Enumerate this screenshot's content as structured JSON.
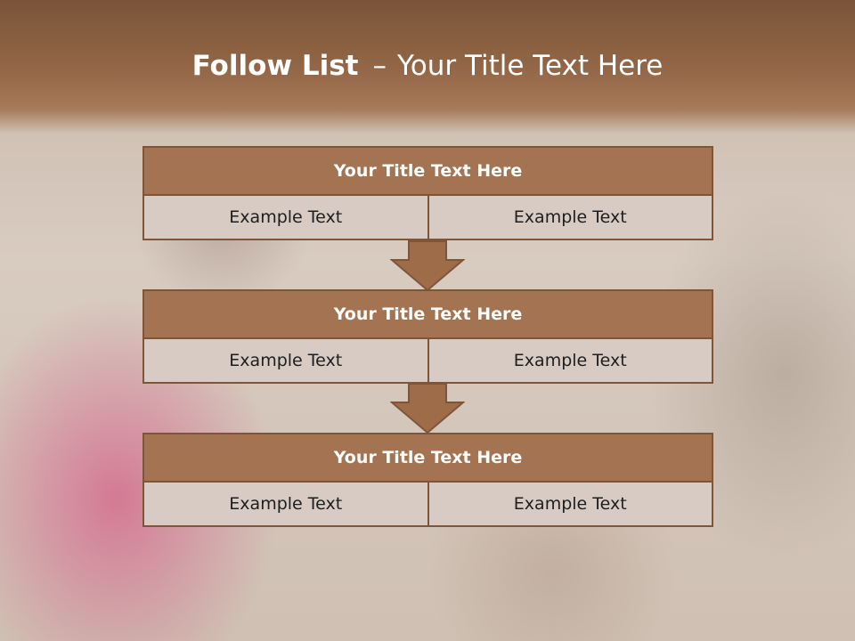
{
  "slide": {
    "title_bold": "Follow List",
    "title_sep": "–",
    "title_rest": "Your Title Text Here"
  },
  "steps": [
    {
      "heading": "Your Title Text Here",
      "left": "Example Text",
      "right": "Example Text"
    },
    {
      "heading": "Your Title Text Here",
      "left": "Example Text",
      "right": "Example Text"
    },
    {
      "heading": "Your Title Text Here",
      "left": "Example Text",
      "right": "Example Text"
    }
  ],
  "colors": {
    "header": "#946848",
    "box_fill": "#a47452",
    "box_border": "#7f5537",
    "cell_fill": "#d8cbc4"
  },
  "icons": [
    "down-arrow-icon",
    "down-arrow-icon"
  ]
}
